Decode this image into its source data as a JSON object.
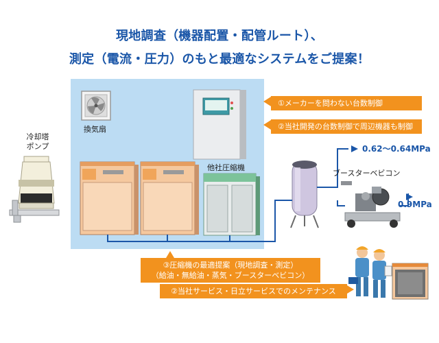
{
  "headline": {
    "line1": "現地調査（機器配置・配管ルート）、",
    "line2": "測定（電流・圧力）のもと最適なシステムをご提案！"
  },
  "labels": {
    "fan": "換気扇",
    "cooling_l1": "冷却塔",
    "cooling_l2": "ポンプ",
    "other_compressor": "他社圧縮機",
    "booster": "ブースターベビコン"
  },
  "callouts": {
    "maker_control": "①メーカーを問わない台数制御",
    "own_control": "②当社開発の台数制御で周辺機器も制御",
    "proposal_l1": "③圧縮機の最適提案（現地調査・測定）",
    "proposal_l2": "（給油・無給油・蒸気・ブースターベビコン）",
    "maintenance": "②当社サービス・日立サービスでのメンテナンス"
  },
  "pressures": {
    "high": "0.62〜0.64MPa",
    "low": "0.9MPa"
  },
  "colors": {
    "panel_blue": "#bcdcf3",
    "callout_orange": "#f2921e",
    "pipe_blue": "#1a56a8",
    "headline_blue": "#1a56a8",
    "compressor_orange": "#f3c79a",
    "other_compressor_green": "#7cc39a"
  }
}
